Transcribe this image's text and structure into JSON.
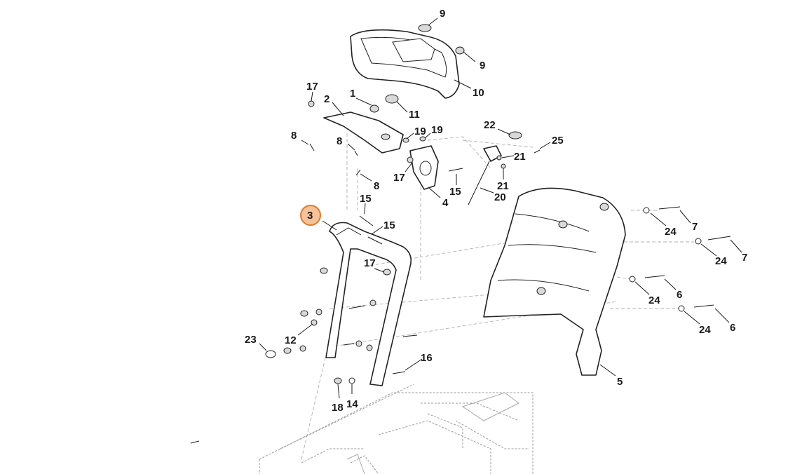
{
  "callouts": [
    {
      "id": "c-9a",
      "label": "9"
    },
    {
      "id": "c-9b",
      "label": "9"
    },
    {
      "id": "c-10",
      "label": "10"
    },
    {
      "id": "c-17a",
      "label": "17"
    },
    {
      "id": "c-2",
      "label": "2"
    },
    {
      "id": "c-1",
      "label": "1"
    },
    {
      "id": "c-11",
      "label": "11"
    },
    {
      "id": "c-8a",
      "label": "8"
    },
    {
      "id": "c-8b",
      "label": "8"
    },
    {
      "id": "c-19a",
      "label": "19"
    },
    {
      "id": "c-19b",
      "label": "19"
    },
    {
      "id": "c-22",
      "label": "22"
    },
    {
      "id": "c-25",
      "label": "25"
    },
    {
      "id": "c-21a",
      "label": "21"
    },
    {
      "id": "c-21b",
      "label": "21"
    },
    {
      "id": "c-17b",
      "label": "17"
    },
    {
      "id": "c-15a",
      "label": "15"
    },
    {
      "id": "c-20",
      "label": "20"
    },
    {
      "id": "c-8c",
      "label": "8"
    },
    {
      "id": "c-4",
      "label": "4"
    },
    {
      "id": "c-15b",
      "label": "15"
    },
    {
      "id": "c-15c",
      "label": "15"
    },
    {
      "id": "c-3",
      "label": "3"
    },
    {
      "id": "c-24a",
      "label": "24"
    },
    {
      "id": "c-7a",
      "label": "7"
    },
    {
      "id": "c-24b",
      "label": "24"
    },
    {
      "id": "c-7b",
      "label": "7"
    },
    {
      "id": "c-17c",
      "label": "17"
    },
    {
      "id": "c-24c",
      "label": "24"
    },
    {
      "id": "c-6a",
      "label": "6"
    },
    {
      "id": "c-24d",
      "label": "24"
    },
    {
      "id": "c-6b",
      "label": "6"
    },
    {
      "id": "c-23",
      "label": "23"
    },
    {
      "id": "c-12",
      "label": "12"
    },
    {
      "id": "c-16",
      "label": "16"
    },
    {
      "id": "c-5",
      "label": "5"
    },
    {
      "id": "c-18",
      "label": "18"
    },
    {
      "id": "c-14",
      "label": "14"
    }
  ],
  "highlight": {
    "label": "3",
    "fill": "#f6c29a",
    "stroke": "#e07a2c"
  }
}
